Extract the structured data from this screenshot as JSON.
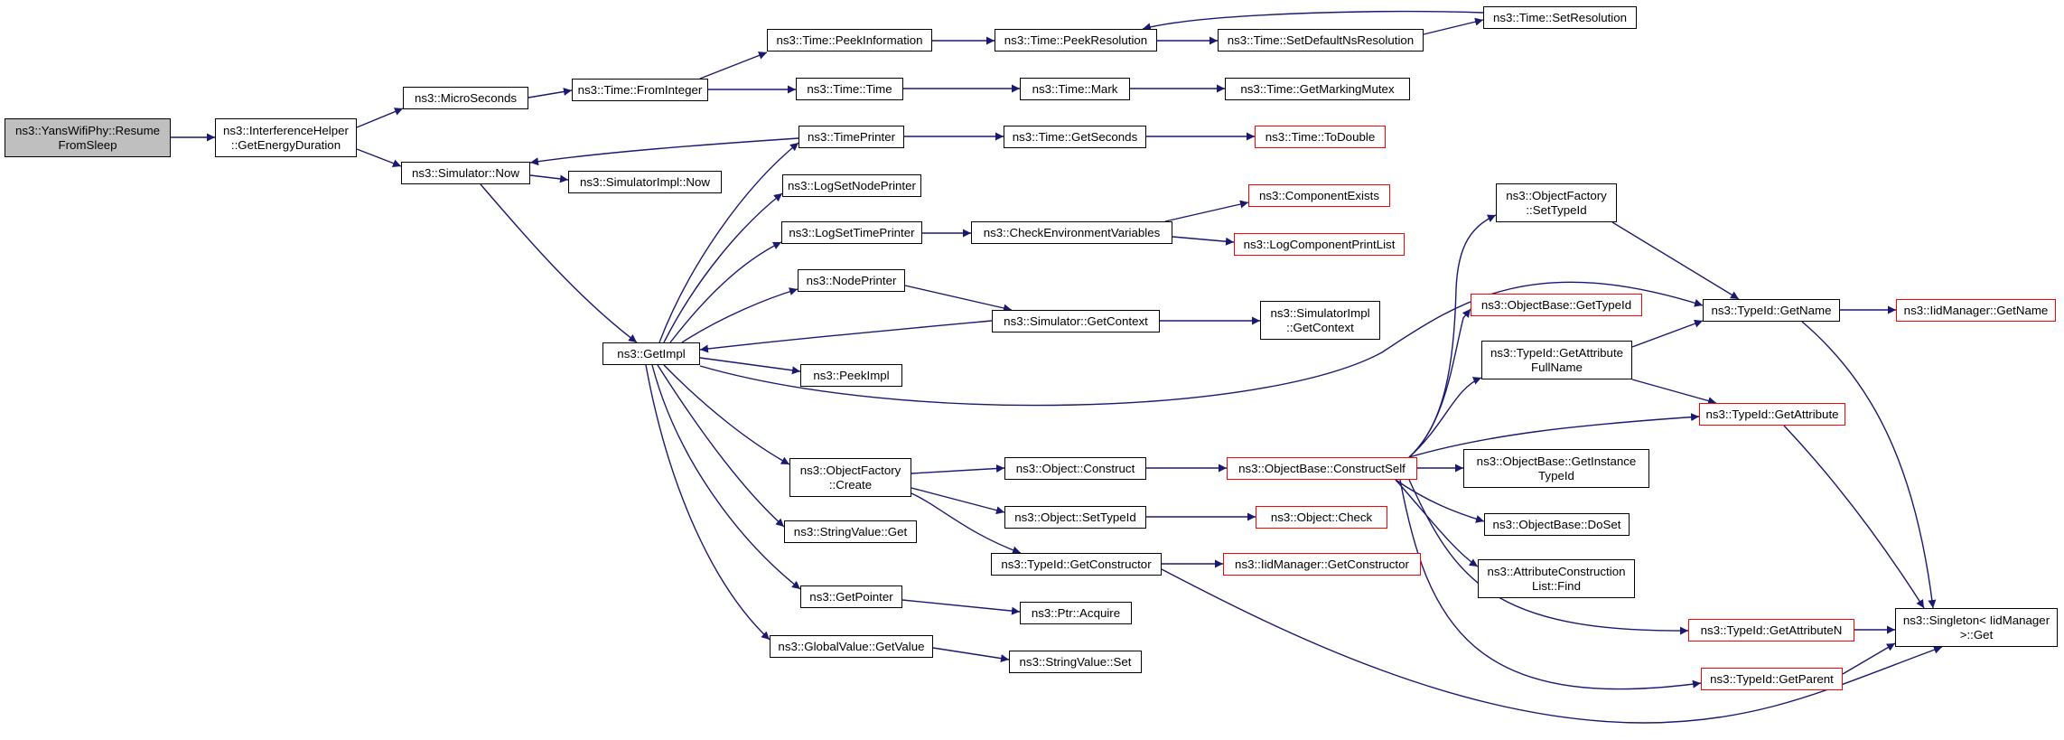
{
  "colors": {
    "edge": "#191970",
    "node_border": "#000000",
    "truncated_border": "#ff0000",
    "root_fill": "#bfbfbf"
  },
  "nodes": {
    "n_root": "ns3::YansWifiPhy::Resume\nFromSleep",
    "n_interference": "ns3::InterferenceHelper\n::GetEnergyDuration",
    "n_microseconds": "ns3::MicroSeconds",
    "n_simnow": "ns3::Simulator::Now",
    "n_fromint": "ns3::Time::FromInteger",
    "n_peekinfo": "ns3::Time::PeekInformation",
    "n_peekres": "ns3::Time::PeekResolution",
    "n_setdefres": "ns3::Time::SetDefaultNsResolution",
    "n_setres": "ns3::Time::SetResolution",
    "n_timetime": "ns3::Time::Time",
    "n_mark": "ns3::Time::Mark",
    "n_mutex": "ns3::Time::GetMarkingMutex",
    "n_timeprinter": "ns3::TimePrinter",
    "n_getseconds": "ns3::Time::GetSeconds",
    "n_todouble": "ns3::Time::ToDouble",
    "n_simimplnow": "ns3::SimulatorImpl::Now",
    "n_lognode": "ns3::LogSetNodePrinter",
    "n_logtime": "ns3::LogSetTimePrinter",
    "n_checkenv": "ns3::CheckEnvironmentVariables",
    "n_compexists": "ns3::ComponentExists",
    "n_logcomplist": "ns3::LogComponentPrintList",
    "n_nodeprinter": "ns3::NodePrinter",
    "n_getcontext": "ns3::Simulator::GetContext",
    "n_simimplctx": "ns3::SimulatorImpl\n::GetContext",
    "n_getimpl": "ns3::GetImpl",
    "n_peekimpl": "ns3::PeekImpl",
    "n_ofcreate": "ns3::ObjectFactory\n::Create",
    "n_stringget": "ns3::StringValue::Get",
    "n_getpointer": "ns3::GetPointer",
    "n_globalget": "ns3::GlobalValue::GetValue",
    "n_objconstruct": "ns3::Object::Construct",
    "n_objsettypeid": "ns3::Object::SetTypeId",
    "n_getconstructor": "ns3::TypeId::GetConstructor",
    "n_ptracquire": "ns3::Ptr::Acquire",
    "n_stringset": "ns3::StringValue::Set",
    "n_constructself": "ns3::ObjectBase::ConstructSelf",
    "n_objcheck": "ns3::Object::Check",
    "n_iidgetctor": "ns3::IidManager::GetConstructor",
    "n_ofsettypeid": "ns3::ObjectFactory\n::SetTypeId",
    "n_obgettypeid": "ns3::ObjectBase::GetTypeId",
    "n_getattrfull": "ns3::TypeId::GetAttribute\nFullName",
    "n_getinstance": "ns3::ObjectBase::GetInstance\nTypeId",
    "n_doset": "ns3::ObjectBase::DoSet",
    "n_attrfind": "ns3::AttributeConstruction\nList::Find",
    "n_getname": "ns3::TypeId::GetName",
    "n_getattribute": "ns3::TypeId::GetAttribute",
    "n_getattrn": "ns3::TypeId::GetAttributeN",
    "n_getparent": "ns3::TypeId::GetParent",
    "n_iidgetname": "ns3::IidManager::GetName",
    "n_singleton": "ns3::Singleton< IidManager\n >::Get"
  }
}
